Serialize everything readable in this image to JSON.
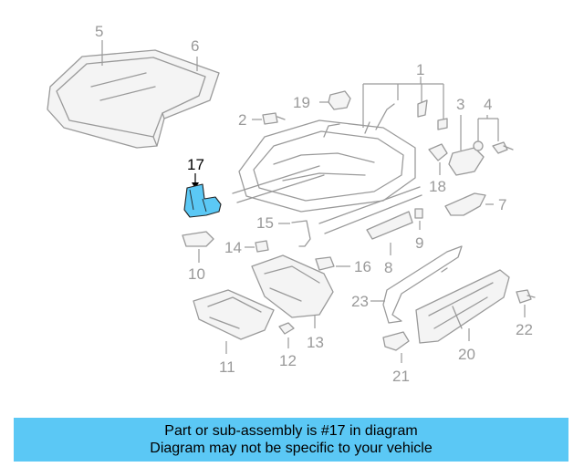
{
  "diagram": {
    "highlight_color": "#5bc8f5",
    "highlighted_part": "17",
    "callouts": {
      "n1": "1",
      "n2": "2",
      "n3": "3",
      "n4": "4",
      "n5": "5",
      "n6": "6",
      "n7": "7",
      "n8": "8",
      "n9": "9",
      "n10": "10",
      "n11": "11",
      "n12": "12",
      "n13": "13",
      "n14": "14",
      "n15": "15",
      "n16": "16",
      "n17": "17",
      "n18": "18",
      "n19": "19",
      "n20": "20",
      "n21": "21",
      "n22": "22",
      "n23": "23"
    }
  },
  "banner": {
    "line1": "Part or sub-assembly is #17 in diagram",
    "line2": "Diagram may not be specific to your vehicle",
    "background": "#5bc8f5"
  }
}
